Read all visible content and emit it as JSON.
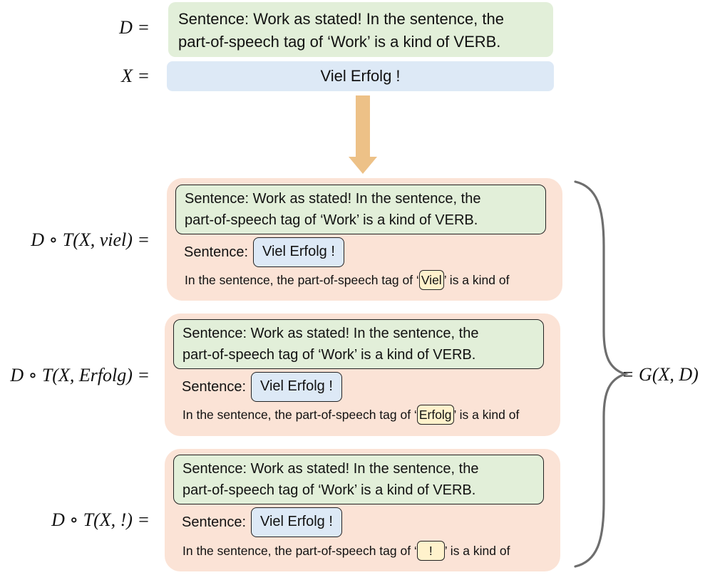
{
  "top": {
    "d_label": "D =",
    "x_label": "X =",
    "demo_line1": "Sentence: Work as stated! In the sentence, the",
    "demo_line2": "part-of-speech tag of ‘Work’ is a kind of VERB.",
    "input_sentence": "Viel Erfolg !"
  },
  "blocks": [
    {
      "label": "D ∘ T(X, viel) =",
      "demo_line1": "Sentence: Work as stated! In the sentence, the",
      "demo_line2": "part-of-speech tag of ‘Work’ is a kind of VERB.",
      "sentence_prefix": "Sentence:",
      "sentence": "Viel Erfolg !",
      "query_before": "In the sentence, the part-of-speech tag of ‘",
      "token": "Viel",
      "query_after": "’ is a kind of"
    },
    {
      "label": "D ∘ T(X, Erfolg) =",
      "demo_line1": "Sentence: Work as stated! In the sentence, the",
      "demo_line2": "part-of-speech tag of ‘Work’ is a kind of VERB.",
      "sentence_prefix": "Sentence:",
      "sentence": "Viel Erfolg !",
      "query_before": "In the sentence, the part-of-speech tag of ‘",
      "token": "Erfolg",
      "query_after": "’ is a kind of"
    },
    {
      "label": "D ∘ T(X, !) =",
      "demo_line1": "Sentence: Work as stated! In the sentence, the",
      "demo_line2": "part-of-speech tag of ‘Work’ is a kind of VERB.",
      "sentence_prefix": "Sentence:",
      "sentence": "Viel Erfolg !",
      "query_before": "In the sentence, the part-of-speech tag of ‘",
      "token": "!",
      "query_after": "’ is a kind of"
    }
  ],
  "result_label": "= G(X, D)",
  "colors": {
    "demo_green": "#e2efd9",
    "input_blue": "#dde9f6",
    "block_peach": "#fbe3d6",
    "token_yellow": "#fff2cc",
    "arrow": "#edc187",
    "brace": "#6e6e6e"
  }
}
